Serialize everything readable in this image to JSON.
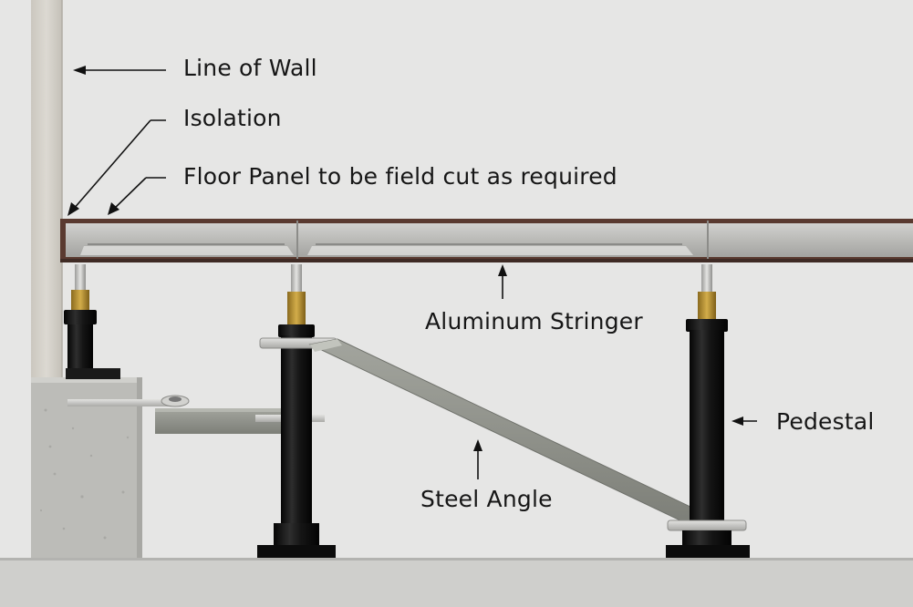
{
  "labels": {
    "line_of_wall": "Line of Wall",
    "isolation": "Isolation",
    "floor_panel": "Floor Panel to be field cut as required",
    "aluminum_stringer": "Aluminum Stringer",
    "pedestal": "Pedestal",
    "steel_angle": "Steel Angle"
  },
  "colors": {
    "background": "#e6e6e5",
    "wall": "#d3d0c8",
    "concrete": "#bdbdb9",
    "pedestal": "#111111",
    "panel_edge": "#5a3a30",
    "steel": "#8e9089",
    "arrow": "#111111"
  }
}
